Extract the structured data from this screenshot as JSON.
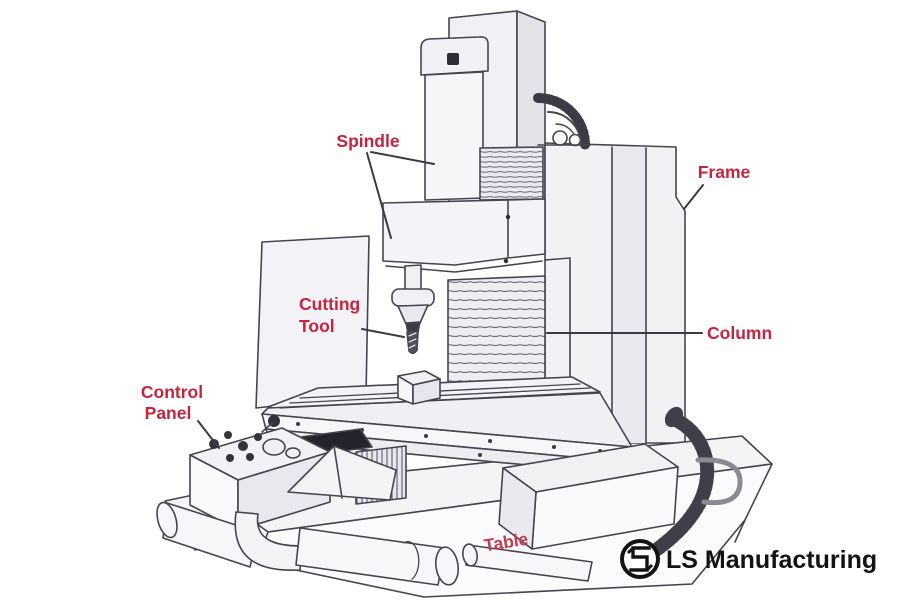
{
  "labels": {
    "spindle": "Spindle",
    "frame": "Frame",
    "cutting_tool_line1": "Cutting",
    "cutting_tool_line2": "Tool",
    "column": "Column",
    "control_panel_line1": "Control",
    "control_panel_line2": "Panel",
    "table": "Table"
  },
  "branding": {
    "logo_text": "LS Manufacturing",
    "logo_icon": "ls-monogram-icon"
  },
  "colors": {
    "label_red": "#c6233f",
    "table_label_red": "#c23a50",
    "line": "#45454f",
    "logo_black": "#131313",
    "background": "#ffffff"
  }
}
